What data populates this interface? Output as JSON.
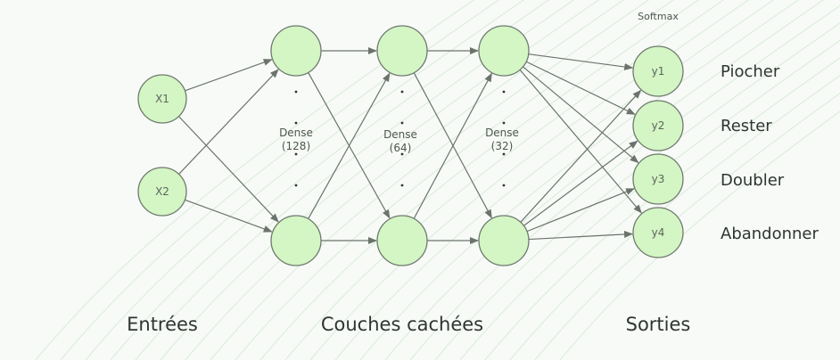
{
  "diagram": {
    "inputs": [
      {
        "id": "x1",
        "label": "X1"
      },
      {
        "id": "x2",
        "label": "X2"
      }
    ],
    "hidden_layers": [
      {
        "id": "h1",
        "label_line1": "Dense",
        "label_line2": "(128)"
      },
      {
        "id": "h2",
        "label_line1": "Dense",
        "label_line2": "(64)"
      },
      {
        "id": "h3",
        "label_line1": "Dense",
        "label_line2": "(32)"
      }
    ],
    "activation_label": "Softmax",
    "outputs": [
      {
        "id": "y1",
        "label": "y1",
        "class": "Piocher"
      },
      {
        "id": "y2",
        "label": "y2",
        "class": "Rester"
      },
      {
        "id": "y3",
        "label": "y3",
        "class": "Doubler"
      },
      {
        "id": "y4",
        "label": "y4",
        "class": "Abandonner"
      }
    ],
    "sections": {
      "inputs": "Entrées",
      "hidden": "Couches cachées",
      "outputs": "Sorties"
    },
    "colors": {
      "node_fill": "#d4f5c4",
      "node_stroke": "#6f7a6f",
      "edge": "#6c736c",
      "background": "#f7faf7"
    }
  }
}
